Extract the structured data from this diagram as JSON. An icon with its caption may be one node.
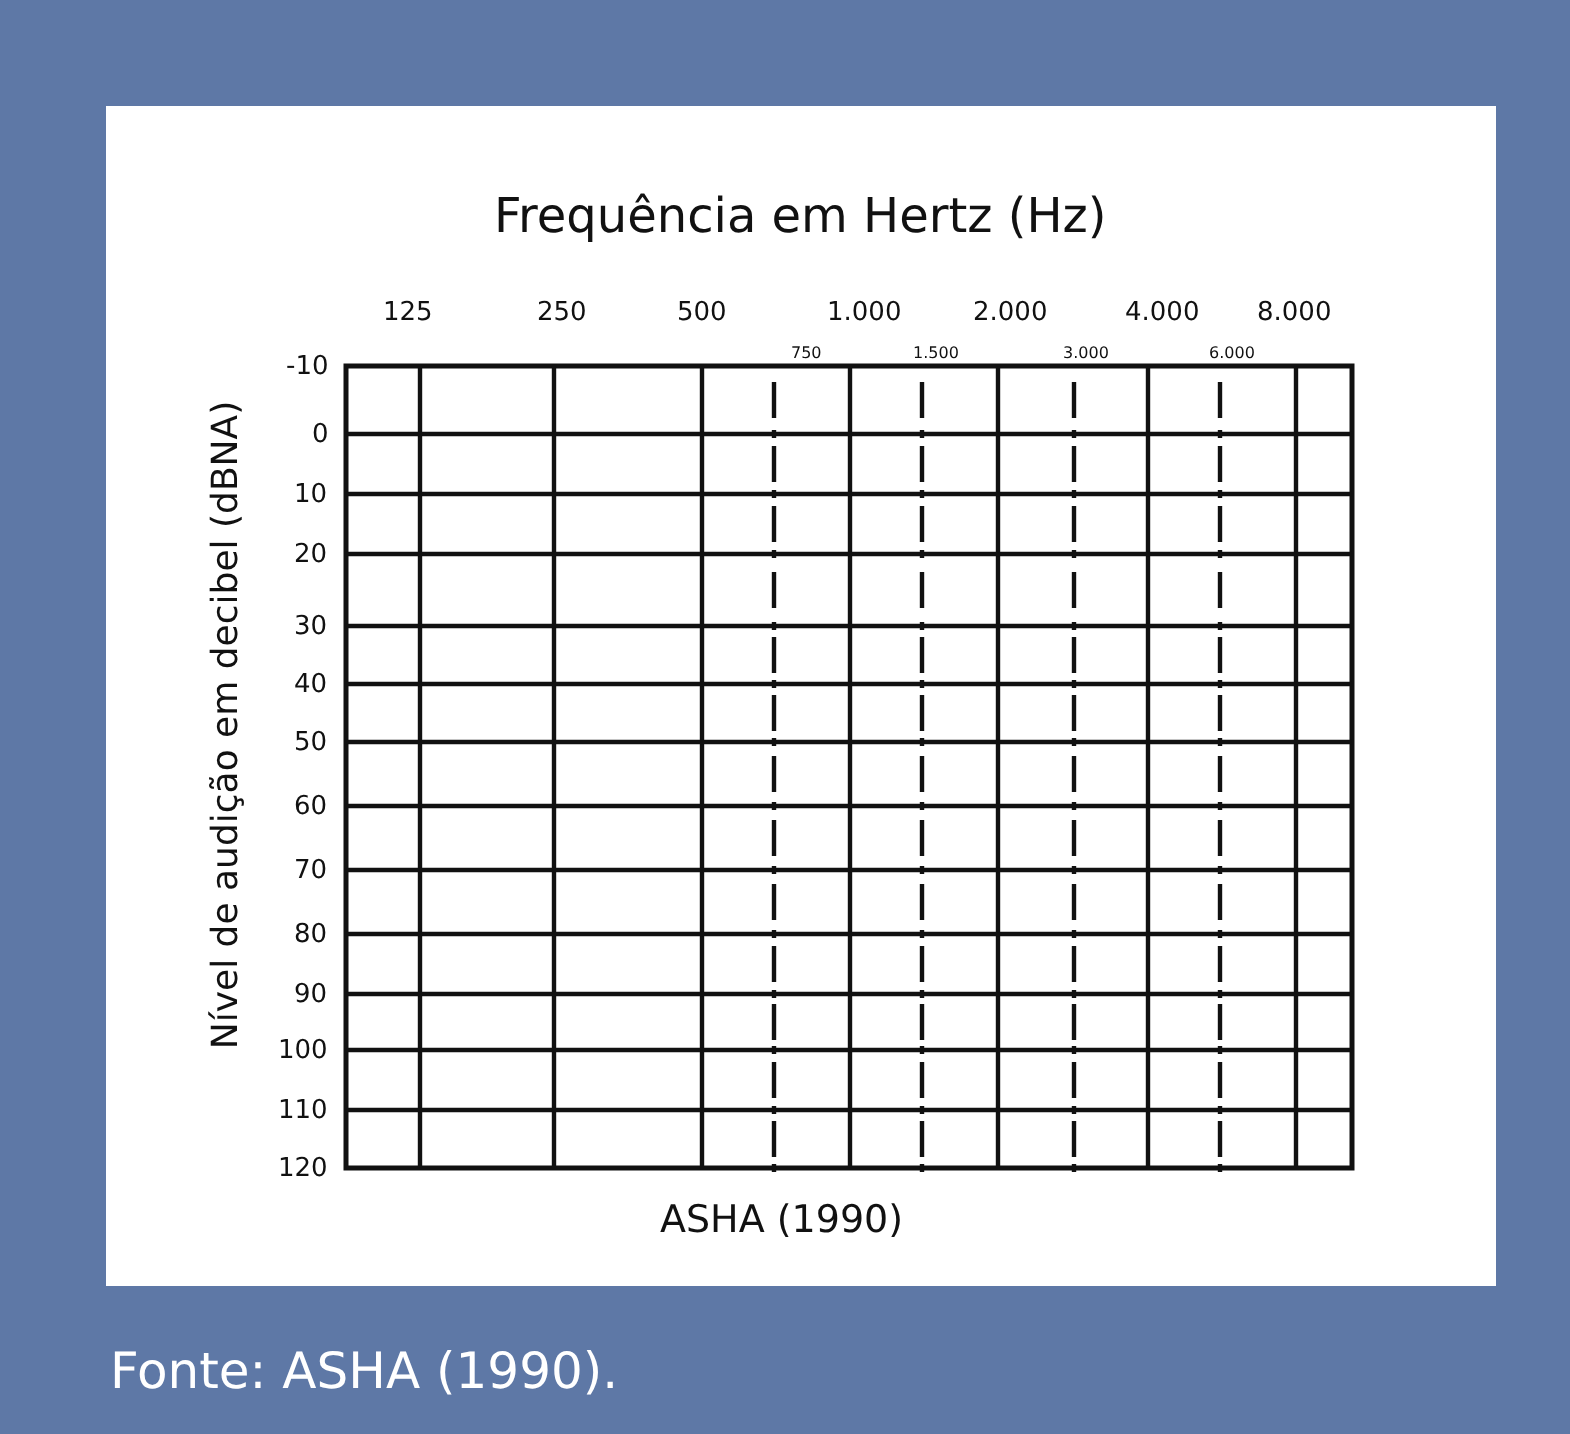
{
  "diagram": {
    "title": "Frequência em Hertz (Hz)",
    "caption": "Fonte: ASHA (1990).",
    "labels": [
      "125",
      "250",
      "500",
      "1.000",
      "2.000",
      "4.000",
      "8.000",
      "750",
      "1.500",
      "3.000",
      "6.000",
      "Nível de audição em decibel (dBNA)",
      "-10",
      "0",
      "10",
      "20",
      "30",
      "40",
      "50",
      "60",
      "70",
      "80",
      "90",
      "100",
      "110",
      "120",
      "ASHA (1990)"
    ]
  }
}
